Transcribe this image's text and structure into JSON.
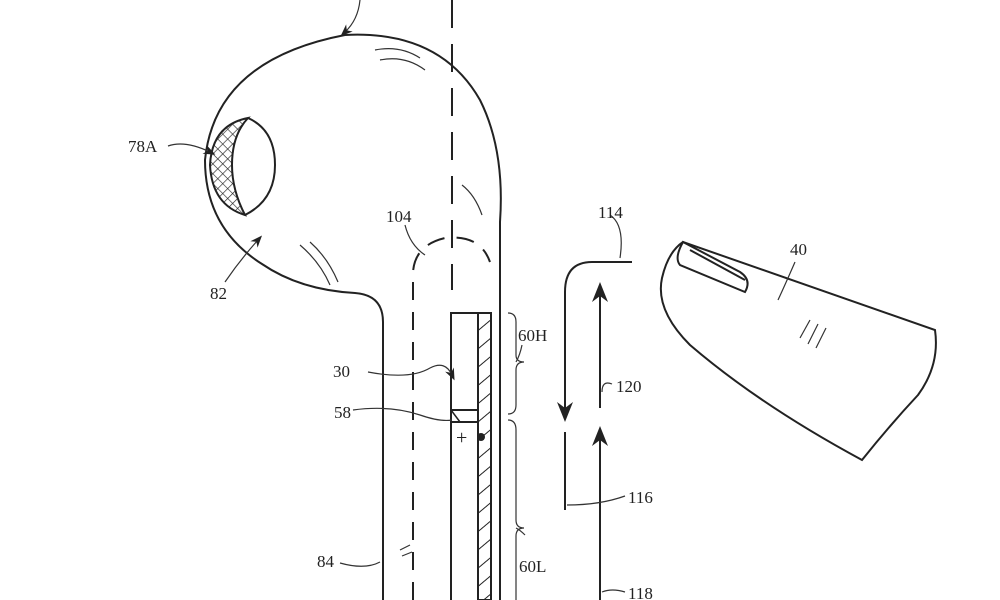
{
  "figure": {
    "labels": {
      "mesh": "78A",
      "head": "82",
      "path_boundary": "104",
      "field_line": "114",
      "finger": "40",
      "region_high": "60H",
      "sensor": "30",
      "arrow_up": "120",
      "electrode": "58",
      "field_line_lower": "116",
      "stem": "84",
      "region_low": "60L",
      "arrow_lower": "118"
    }
  }
}
